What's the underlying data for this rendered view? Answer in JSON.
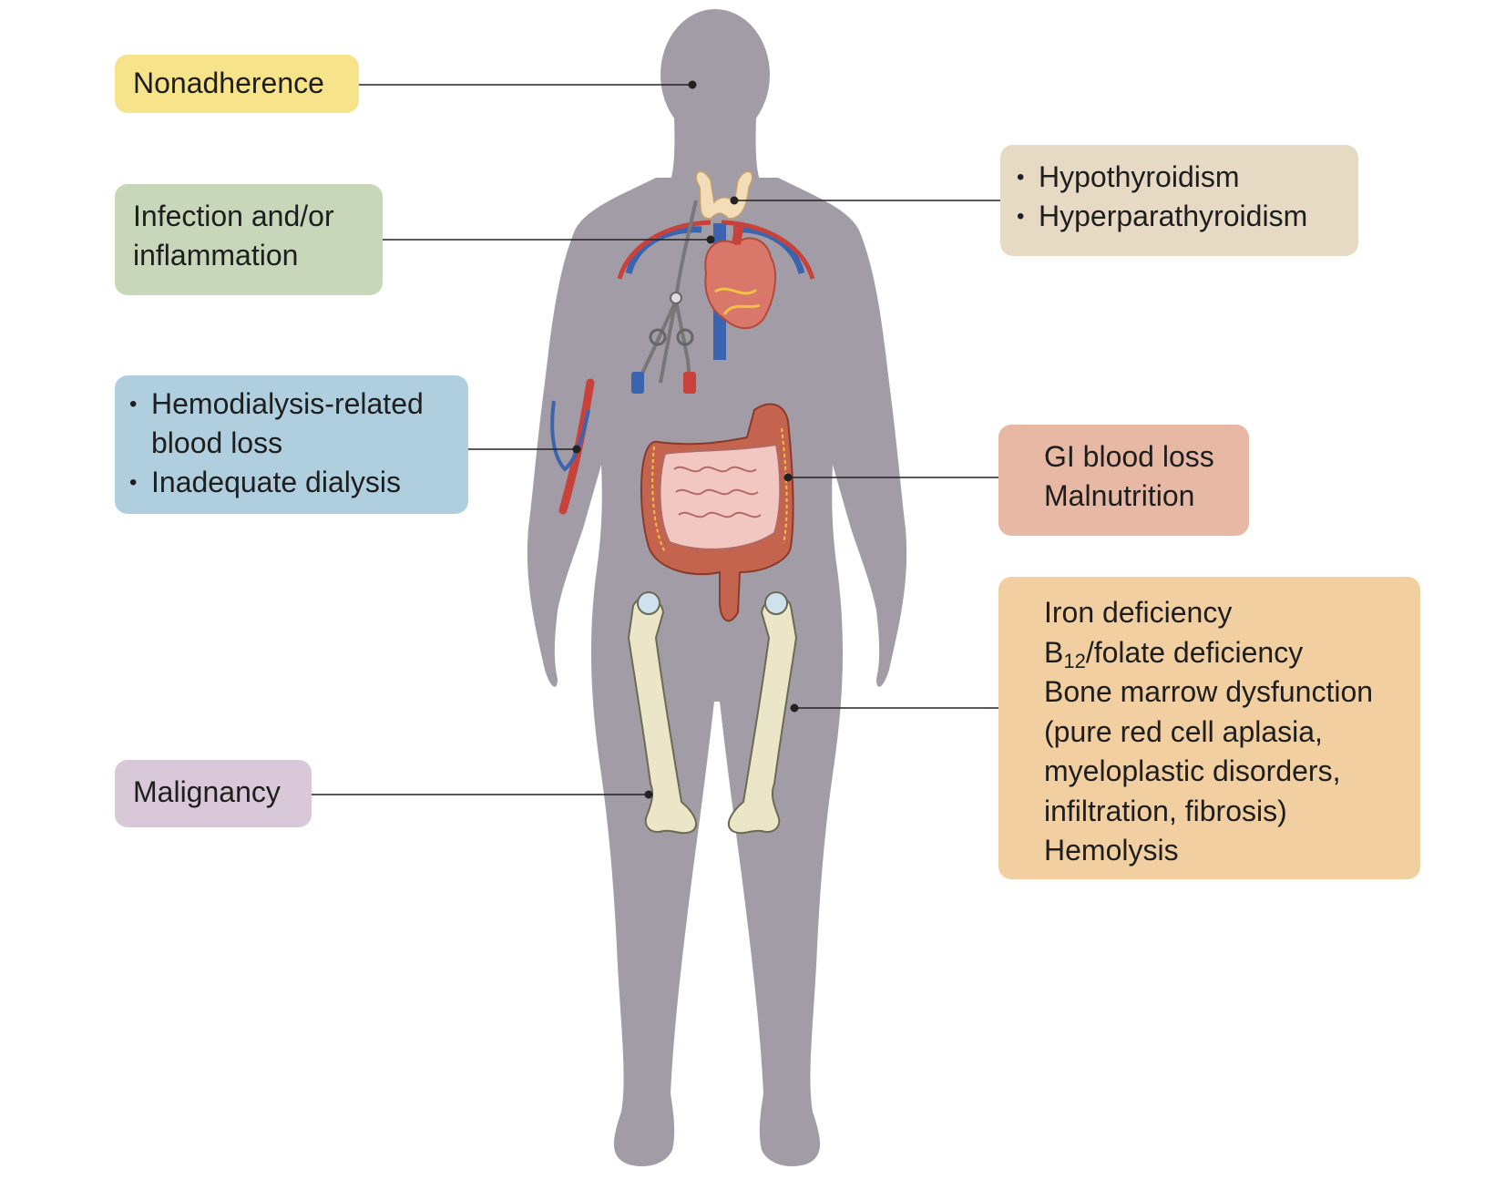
{
  "boxes": {
    "nonadherence": {
      "lines": [
        "Nonadherence"
      ],
      "color": "#f6e38a"
    },
    "infection": {
      "lines": [
        "Infection and/or",
        "inflammation"
      ],
      "color": "#c8d7b9"
    },
    "hemodialysis": {
      "bullets": [
        "Hemodialysis-related blood loss",
        "Inadequate dialysis"
      ],
      "color": "#afcfdf"
    },
    "malignancy": {
      "lines": [
        "Malignancy"
      ],
      "color": "#d9c8d8"
    },
    "thyroid": {
      "bullets": [
        "Hypothyroidism",
        "Hyperparathyroidism"
      ],
      "color": "#e6dac4"
    },
    "gi": {
      "lines": [
        "GI blood loss",
        "Malnutrition"
      ],
      "color": "#e7b8a3"
    },
    "marrow": {
      "lines": [
        "Iron deficiency",
        "B",
        "12",
        "/folate deficiency",
        "Bone marrow dysfunction",
        "(pure red cell aplasia,",
        "myeloplastic disorders,",
        "infiltration, fibrosis)",
        "Hemolysis"
      ],
      "color": "#f1cfa1"
    }
  },
  "colors": {
    "body": "#a19ca6",
    "leader": "#222222",
    "vein": "#3b64b0",
    "artery": "#c8423a",
    "heart": "#d9776a",
    "intestine": "#f2c7c2",
    "colon": "#c4644e",
    "bone": "#ece6c9",
    "thyroid": "#f3dcb8"
  },
  "icons": [
    "human-body-silhouette",
    "thyroid-icon",
    "heart-icon",
    "dialysis-catheter-icon",
    "arm-vascular-access-icon",
    "intestine-icon",
    "femur-bone-icon"
  ]
}
